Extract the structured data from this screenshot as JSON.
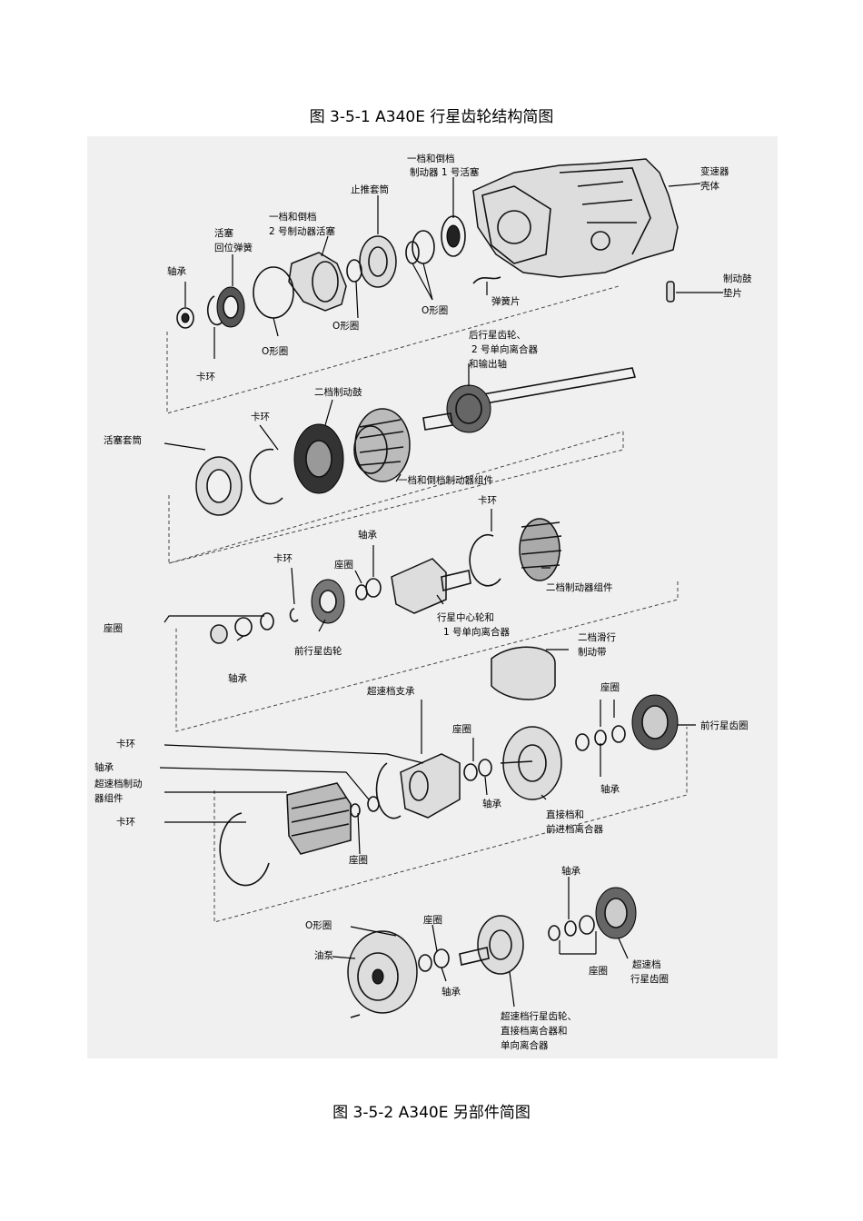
{
  "captions": {
    "top": "图 3-5-1 A340E 行星齿轮结构简图",
    "bottom": "图 3-5-2  A340E 另部件简图"
  },
  "labels": {
    "clutch1_brake1_piston_l1": "一档和倒档",
    "clutch1_brake1_piston_l2": "制动器 1 号活塞",
    "trans_case_l1": "变速器",
    "trans_case_l2": "壳体",
    "thrust_sleeve": "止推套筒",
    "brake2_piston_l1": "一档和倒档",
    "brake2_piston_l2": "2 号制动器活塞",
    "piston_return_spring_l1": "活塞",
    "piston_return_spring_l2": "回位弹簧",
    "bearing_1": "轴承",
    "o_ring_1": "O形圈",
    "o_ring_2": "O形圈",
    "o_ring_3": "O形圈",
    "spring_plate": "弹簧片",
    "brake_drum_pad_l1": "制动鼓",
    "brake_drum_pad_l2": "垫片",
    "snap_ring_1": "卡环",
    "rear_planet_l1": "后行星齿轮、",
    "rear_planet_l2": "2 号单向离合器",
    "rear_planet_l3": "和输出轴",
    "second_brake_drum": "二档制动鼓",
    "snap_ring_2": "卡环",
    "piston_sleeve": "活塞套筒",
    "brake_assembly_1": "一档和倒档制动器组件",
    "snap_ring_3": "卡环",
    "bearing_2": "轴承",
    "seat_1": "座圈",
    "snap_ring_4": "卡环",
    "brake2_assembly": "二档制动器组件",
    "seat_2": "座圈",
    "sun_gear_l1": "行星中心轮和",
    "sun_gear_l2": "1 号单向离合器",
    "front_planet": "前行星齿轮",
    "bearing_3": "轴承",
    "band_l1": "二档滑行",
    "band_l2": "制动带",
    "od_support": "超速档支承",
    "seat_3": "座圈",
    "seat_4": "座圈",
    "front_ring_gear": "前行星齿圈",
    "snap_ring_5": "卡环",
    "bearing_4": "轴承",
    "od_brake_l1": "超速档制动",
    "od_brake_l2": "器组件",
    "bearing_5": "轴承",
    "bearing_6": "轴承",
    "direct_clutch_l1": "直接档和",
    "direct_clutch_l2": "前进档离合器",
    "snap_ring_6": "卡环",
    "seat_5": "座圈",
    "bearing_7": "轴承",
    "o_ring_4": "O形圈",
    "seat_6": "座圈",
    "oil_pump": "油泵",
    "od_ring_gear_l1": "超速档",
    "od_ring_gear_l2": "行星齿圈",
    "seat_7": "座圈",
    "bearing_8": "轴承",
    "od_planet_l1": "超速档行星齿轮、",
    "od_planet_l2": "直接档离合器和",
    "od_planet_l3": "单向离合器"
  }
}
